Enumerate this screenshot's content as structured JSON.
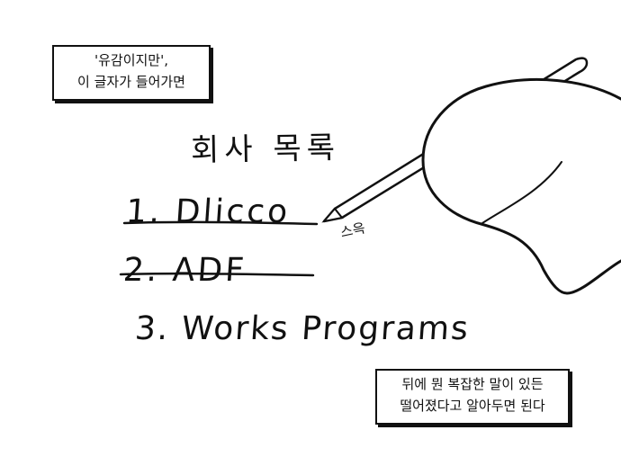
{
  "captions": {
    "top": {
      "line1": "'유감이지만',",
      "line2": "이 글자가 들어가면"
    },
    "bottom": {
      "line1": "뒤에 뭔 복잡한 말이 있든",
      "line2": "떨어졌다고 알아두면 된다"
    }
  },
  "note": {
    "title": "회사 목록",
    "items": [
      {
        "number": "1.",
        "name": "Dlicco",
        "crossed_out": true
      },
      {
        "number": "2.",
        "name": "ADF",
        "crossed_out": true
      },
      {
        "number": "3.",
        "name": "Works Programs",
        "crossed_out": false
      }
    ]
  },
  "pen_sound": "스윽",
  "colors": {
    "ink": "#111111",
    "paper": "#ffffff"
  }
}
